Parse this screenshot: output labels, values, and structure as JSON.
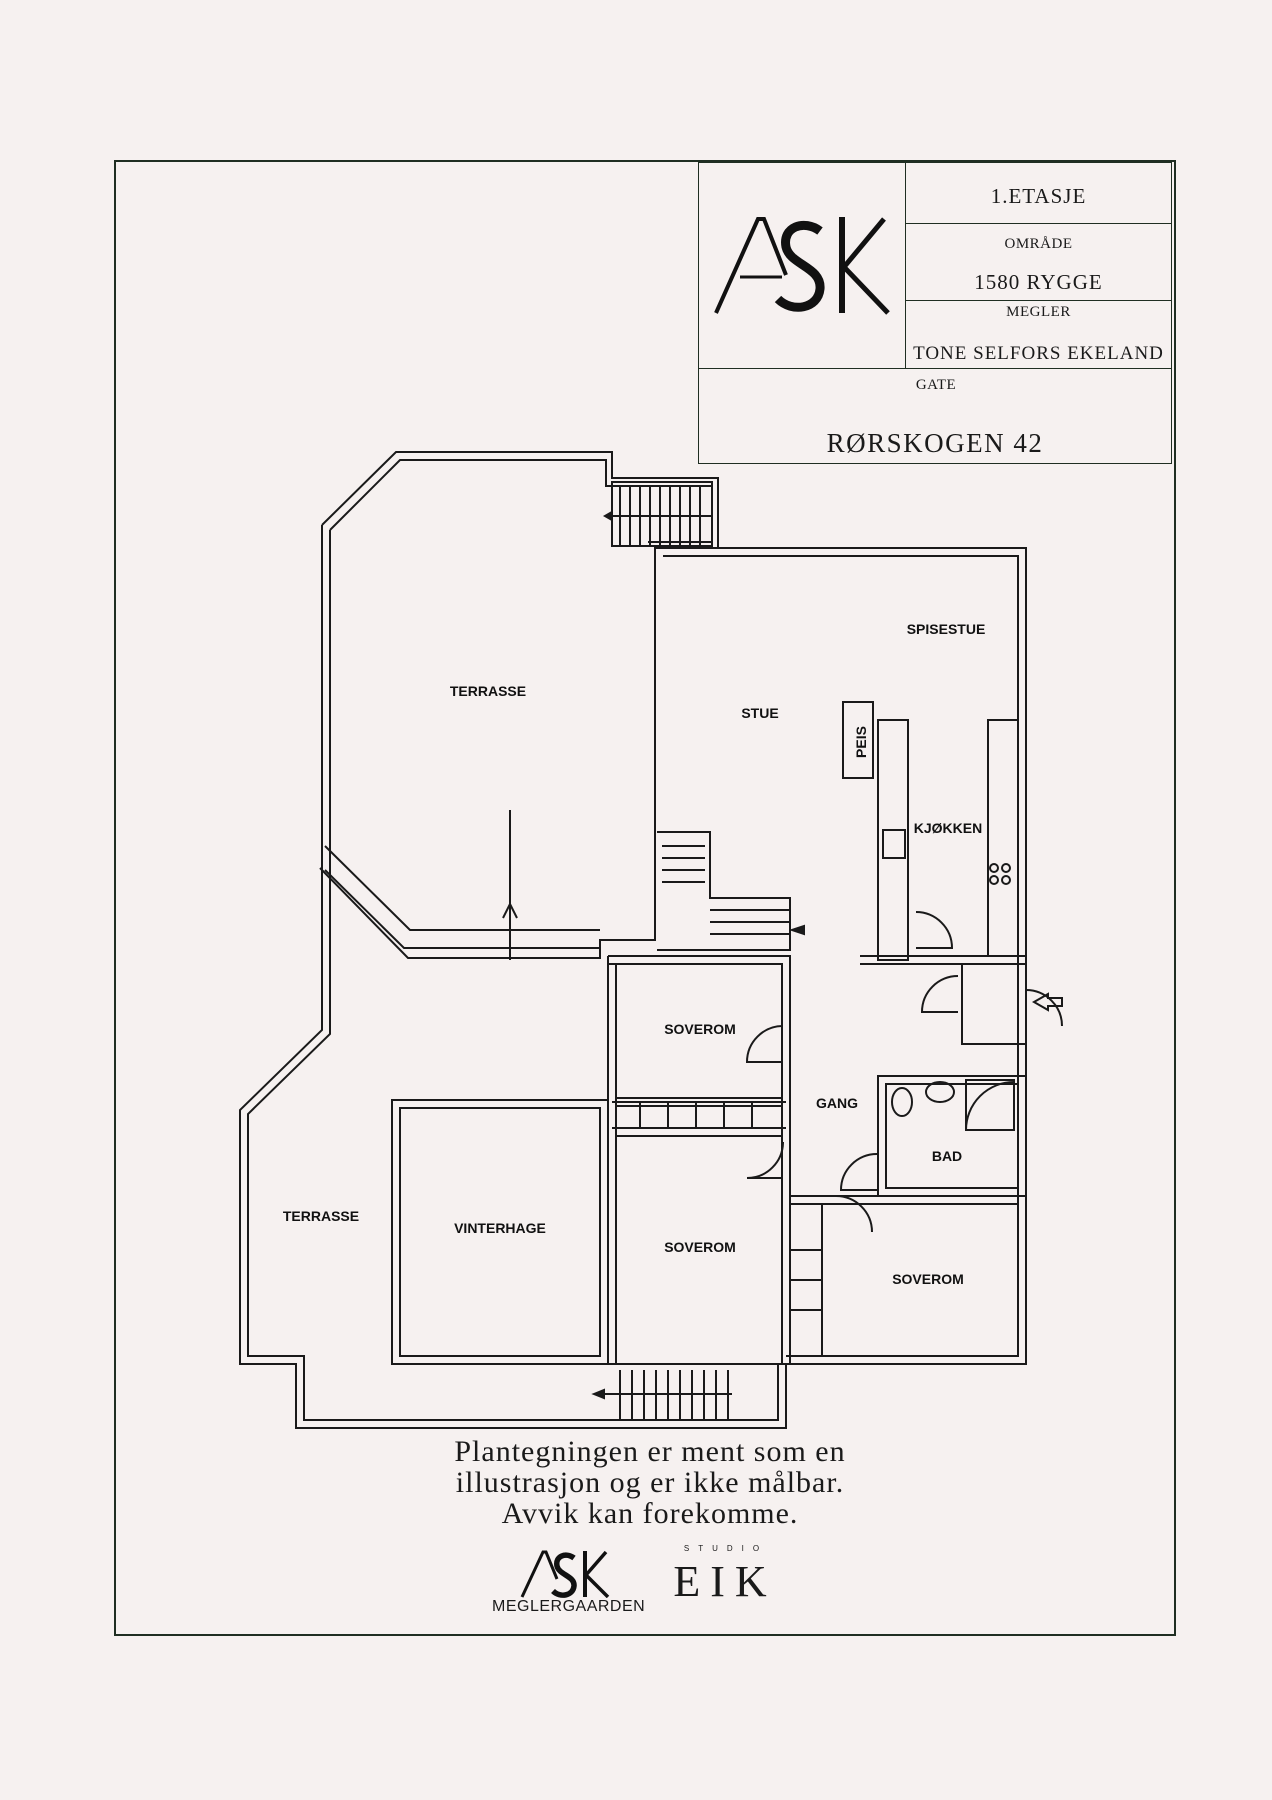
{
  "header": {
    "floor": "1.ETASJE",
    "area_label": "OMRÅDE",
    "area": "1580 RYGGE",
    "broker_label": "MEGLER",
    "broker": "TONE SELFORS EKELAND",
    "street_label": "GATE",
    "street": "RØRSKOGEN 42",
    "logo": "ASK"
  },
  "rooms": {
    "terrasse_top": "TERRASSE",
    "stue": "STUE",
    "spisestue": "SPISESTUE",
    "peis": "PEIS",
    "kjokken": "KJØKKEN",
    "soverom_1": "SOVEROM",
    "gang": "GANG",
    "bad": "BAD",
    "terrasse_bottom": "TERRASSE",
    "vinterhage": "VINTERHAGE",
    "soverom_2": "SOVEROM",
    "soverom_3": "SOVEROM"
  },
  "footer": {
    "note_line1": "Plantegningen er ment som en",
    "note_line2": "illustrasjon og er ikke målbar.",
    "note_line3": "Avvik kan forekomme.",
    "logo_ask": "ASK",
    "logo_ask_sub": "MEGLERGAARDEN",
    "logo_eik_top": "STUDIO",
    "logo_eik": "EIK"
  }
}
